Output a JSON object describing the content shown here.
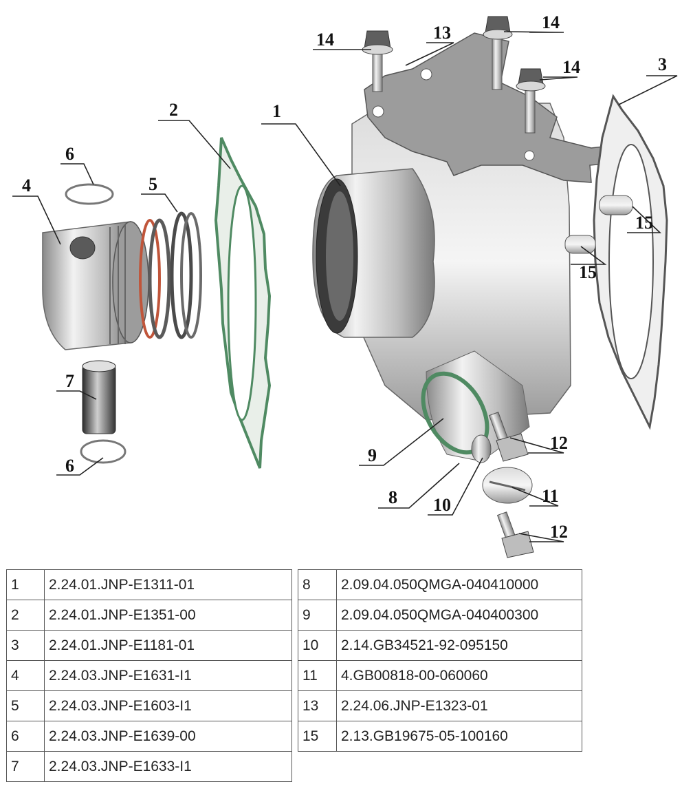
{
  "callouts": {
    "c1": "1",
    "c2": "2",
    "c3": "3",
    "c4": "4",
    "c5": "5",
    "c6a": "6",
    "c6b": "6",
    "c7": "7",
    "c8": "8",
    "c9": "9",
    "c10": "10",
    "c11": "11",
    "c12a": "12",
    "c12b": "12",
    "c13": "13",
    "c14a": "14",
    "c14b": "14",
    "c14c": "14",
    "c15a": "15",
    "c15b": "15"
  },
  "parts_table": {
    "left": [
      {
        "no": "1",
        "code": "2.24.01.JNP-E1311-01"
      },
      {
        "no": "2",
        "code": "2.24.01.JNP-E1351-00"
      },
      {
        "no": "3",
        "code": "2.24.01.JNP-E1181-01"
      },
      {
        "no": "4",
        "code": "2.24.03.JNP-E1631-I1"
      },
      {
        "no": "5",
        "code": "2.24.03.JNP-E1603-I1"
      },
      {
        "no": "6",
        "code": "2.24.03.JNP-E1639-00"
      },
      {
        "no": "7",
        "code": "2.24.03.JNP-E1633-I1"
      }
    ],
    "right": [
      {
        "no": "8",
        "code": "2.09.04.050QMGA-040410000"
      },
      {
        "no": "9",
        "code": "2.09.04.050QMGA-040400300"
      },
      {
        "no": "10",
        "code": "2.14.GB34521-92-095150"
      },
      {
        "no": "11",
        "code": "4.GB00818-00-060060"
      },
      {
        "no": "13",
        "code": "2.24.06.JNP-E1323-01"
      },
      {
        "no": "15",
        "code": "2.13.GB19675-05-100160"
      }
    ]
  },
  "colors": {
    "metal_light": "#e8e8e8",
    "metal_mid": "#b9b9b9",
    "metal_dark": "#6f6f6f",
    "gasket_green": "#4f8a62",
    "ring_copper": "#c0553a"
  }
}
